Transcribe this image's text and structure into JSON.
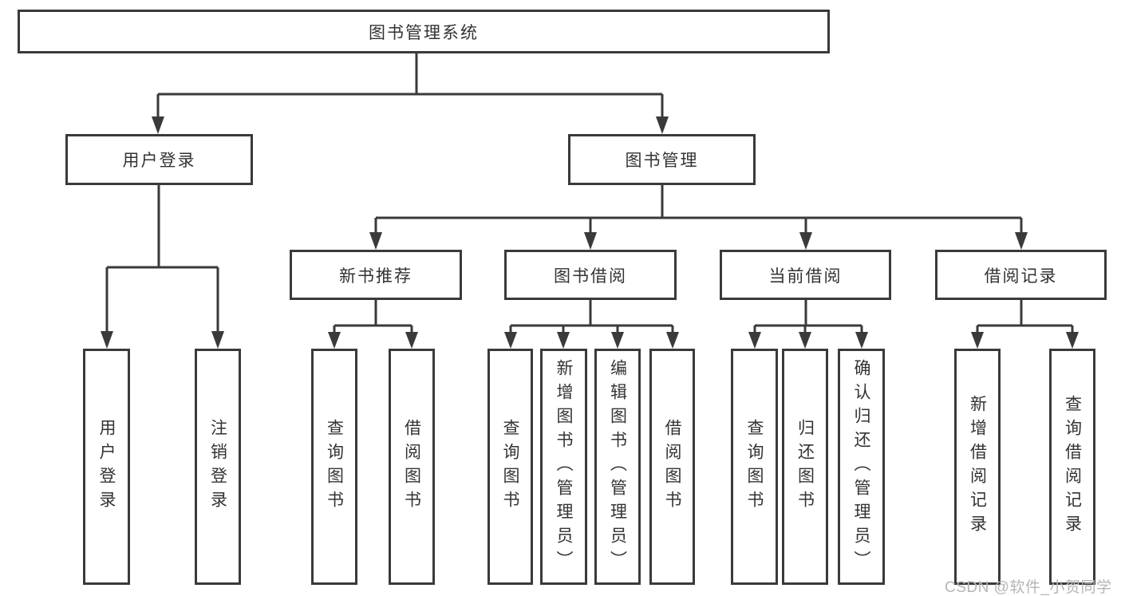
{
  "nodes": {
    "root": "图书管理系统",
    "user_login": "用户登录",
    "book_mgmt": "图书管理",
    "new_book_rec": "新书推荐",
    "book_borrow": "图书借阅",
    "current_borrow": "当前借阅",
    "borrow_records": "借阅记录",
    "leaf_user_login": "用户登录",
    "leaf_logout": "注销登录",
    "rec_query_books": "查询图书",
    "rec_borrow_books": "借阅图书",
    "bb_query_books": "查询图书",
    "bb_add_books": "新增图书（管理员）",
    "bb_edit_books": "编辑图书（管理员）",
    "bb_borrow_books": "借阅图书",
    "cb_query_books": "查询图书",
    "cb_return_books": "归还图书",
    "cb_confirm_return": "确认归还（管理员）",
    "br_add_record": "新增借阅记录",
    "br_query_record": "查询借阅记录"
  },
  "watermark": "CSDN @软件_小贺同学",
  "colors": {
    "line": "#3a3a3a",
    "text": "#333333",
    "watermark": "#b5b5b5",
    "background": "#ffffff"
  }
}
